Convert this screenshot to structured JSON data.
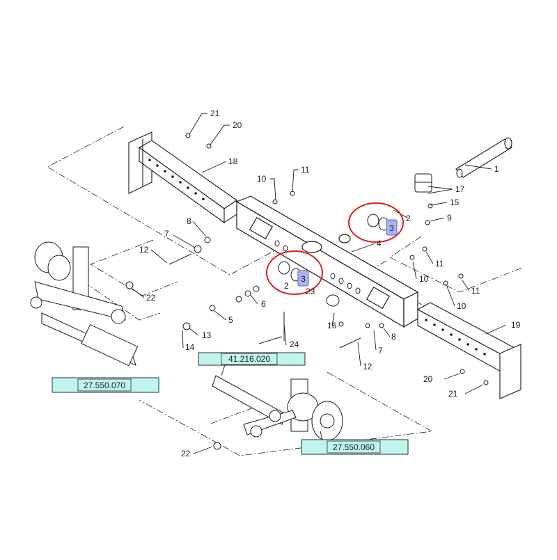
{
  "callouts": {
    "c1": "1",
    "c2a": "2",
    "c2b": "2",
    "c3a": "3",
    "c3b": "3",
    "c4": "4",
    "c5": "5",
    "c6": "6",
    "c7a": "7",
    "c7b": "7",
    "c8a": "8",
    "c8b": "8",
    "c9": "9",
    "c10a": "10",
    "c10b": "10",
    "c10c": "10",
    "c11a": "11",
    "c11b": "11",
    "c11c": "11",
    "c12a": "12",
    "c12b": "12",
    "c13": "13",
    "c14": "14",
    "c15": "15",
    "c16": "16",
    "c17": "17",
    "c18": "18",
    "c19": "19",
    "c20a": "20",
    "c20b": "20",
    "c21a": "21",
    "c21b": "21",
    "c22a": "22",
    "c22b": "22",
    "c23": "23",
    "c24": "24"
  },
  "references": {
    "ref_41216020": "41.216.020",
    "ref_27550070": "27.550.070",
    "ref_27550060": "27.550.060"
  },
  "colors": {
    "line": "#1a1a1a",
    "highlight_circle": "#e0191f",
    "badge_fill": "#a9b4ef",
    "badge_stroke": "#5a63c8",
    "reference_fill": "#bff5ec",
    "reference_stroke": "#2a2a2a"
  }
}
